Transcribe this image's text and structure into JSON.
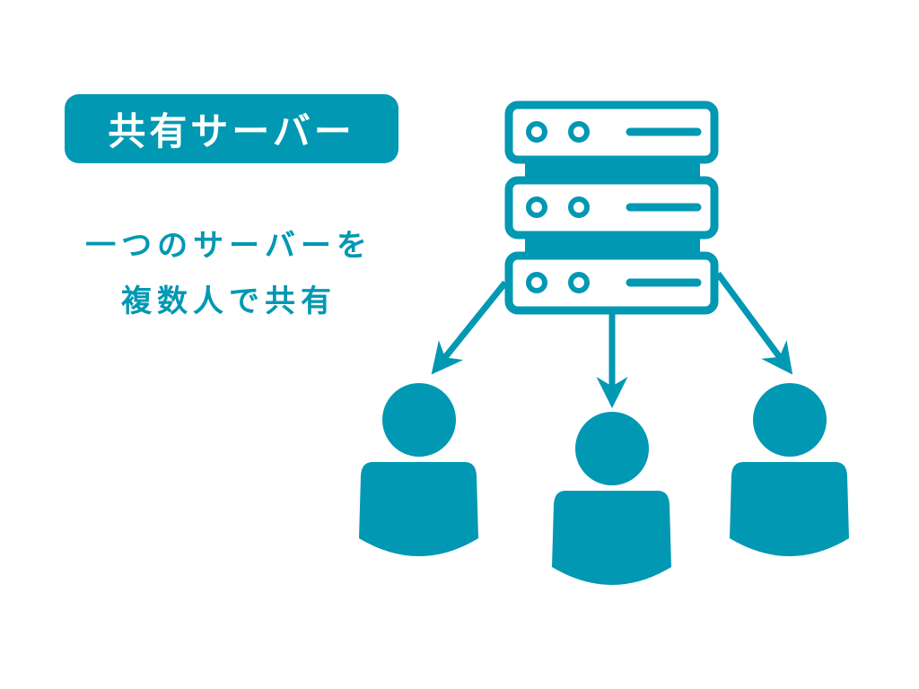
{
  "title": "共有サーバー",
  "description": {
    "line1": "一つのサーバーを",
    "line2": "複数人で共有"
  },
  "colors": {
    "accent": "#0098b3",
    "background": "#ffffff"
  },
  "icons": [
    "server-icon",
    "arrow-icon",
    "user-icon"
  ]
}
